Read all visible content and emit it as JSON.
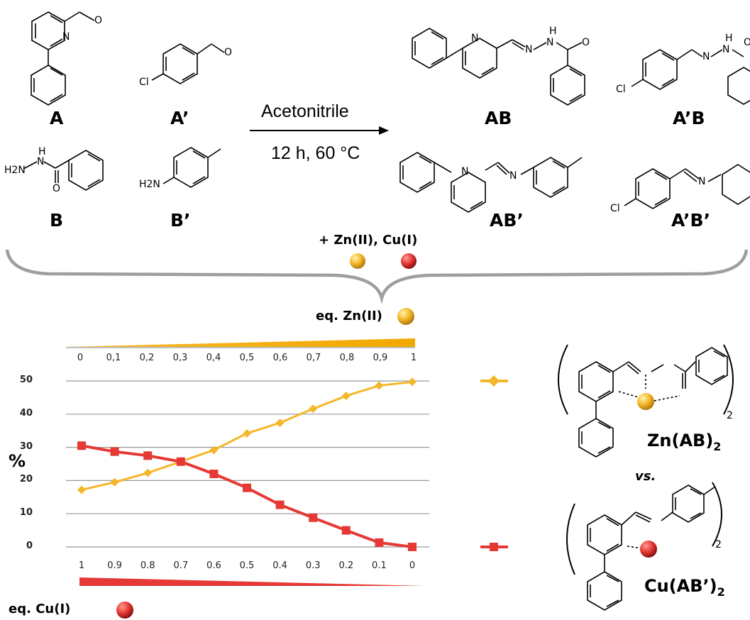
{
  "reaction": {
    "labels": {
      "A": "A",
      "A_prime": "A’",
      "B": "B",
      "B_prime": "B’",
      "AB": "AB",
      "ApB": "A’B",
      "ABp": "AB’",
      "ApBp": "A’B’"
    },
    "atoms": {
      "N": "N",
      "O": "O",
      "Cl": "Cl",
      "H": "H",
      "H2N_sub": "H2N",
      "NH2": "H2N"
    },
    "solvent": "Acetonitrile",
    "conditions": "12 h, 60 °C",
    "metals_added": "+ Zn(II), Cu(I)"
  },
  "colors": {
    "zn": "#f5b72a",
    "cu": "#e53935",
    "brace": "#9e9e9e",
    "grid": "#999999"
  },
  "chart_data": {
    "type": "line",
    "x_top_label": "eq. Zn(II)",
    "x_bottom_label": "eq. Cu(I)",
    "ylabel": "%",
    "x_top": [
      "0",
      "0,1",
      "0,2",
      "0,3",
      "0,4",
      "0,5",
      "0,6",
      "0,7",
      "0,8",
      "0,9",
      "1"
    ],
    "x_bottom": [
      "1",
      "0.9",
      "0.8",
      "0.7",
      "0.6",
      "0.5",
      "0.4",
      "0.3",
      "0.2",
      "0.1",
      "0"
    ],
    "y_ticks": [
      "0",
      "10",
      "20",
      "30",
      "40",
      "50"
    ],
    "ylim": [
      0,
      50
    ],
    "series": [
      {
        "name": "Zn(AB)2",
        "color": "#f5b72a",
        "marker": "diamond",
        "values": [
          17.2,
          19.5,
          22.3,
          25.7,
          29.2,
          34.2,
          37.4,
          41.6,
          45.5,
          48.6,
          49.7
        ]
      },
      {
        "name": "Cu(AB')2",
        "color": "#e53935",
        "marker": "square",
        "values": [
          30.5,
          28.7,
          27.5,
          25.7,
          22.0,
          17.8,
          12.7,
          8.8,
          5.0,
          1.3,
          0.0
        ]
      }
    ]
  },
  "complexes": {
    "zn": {
      "base": "Zn(AB)",
      "sub": "2"
    },
    "vs": "vs.",
    "cu": {
      "base": "Cu(AB’)",
      "sub": "2"
    },
    "outer_sub": "2"
  }
}
